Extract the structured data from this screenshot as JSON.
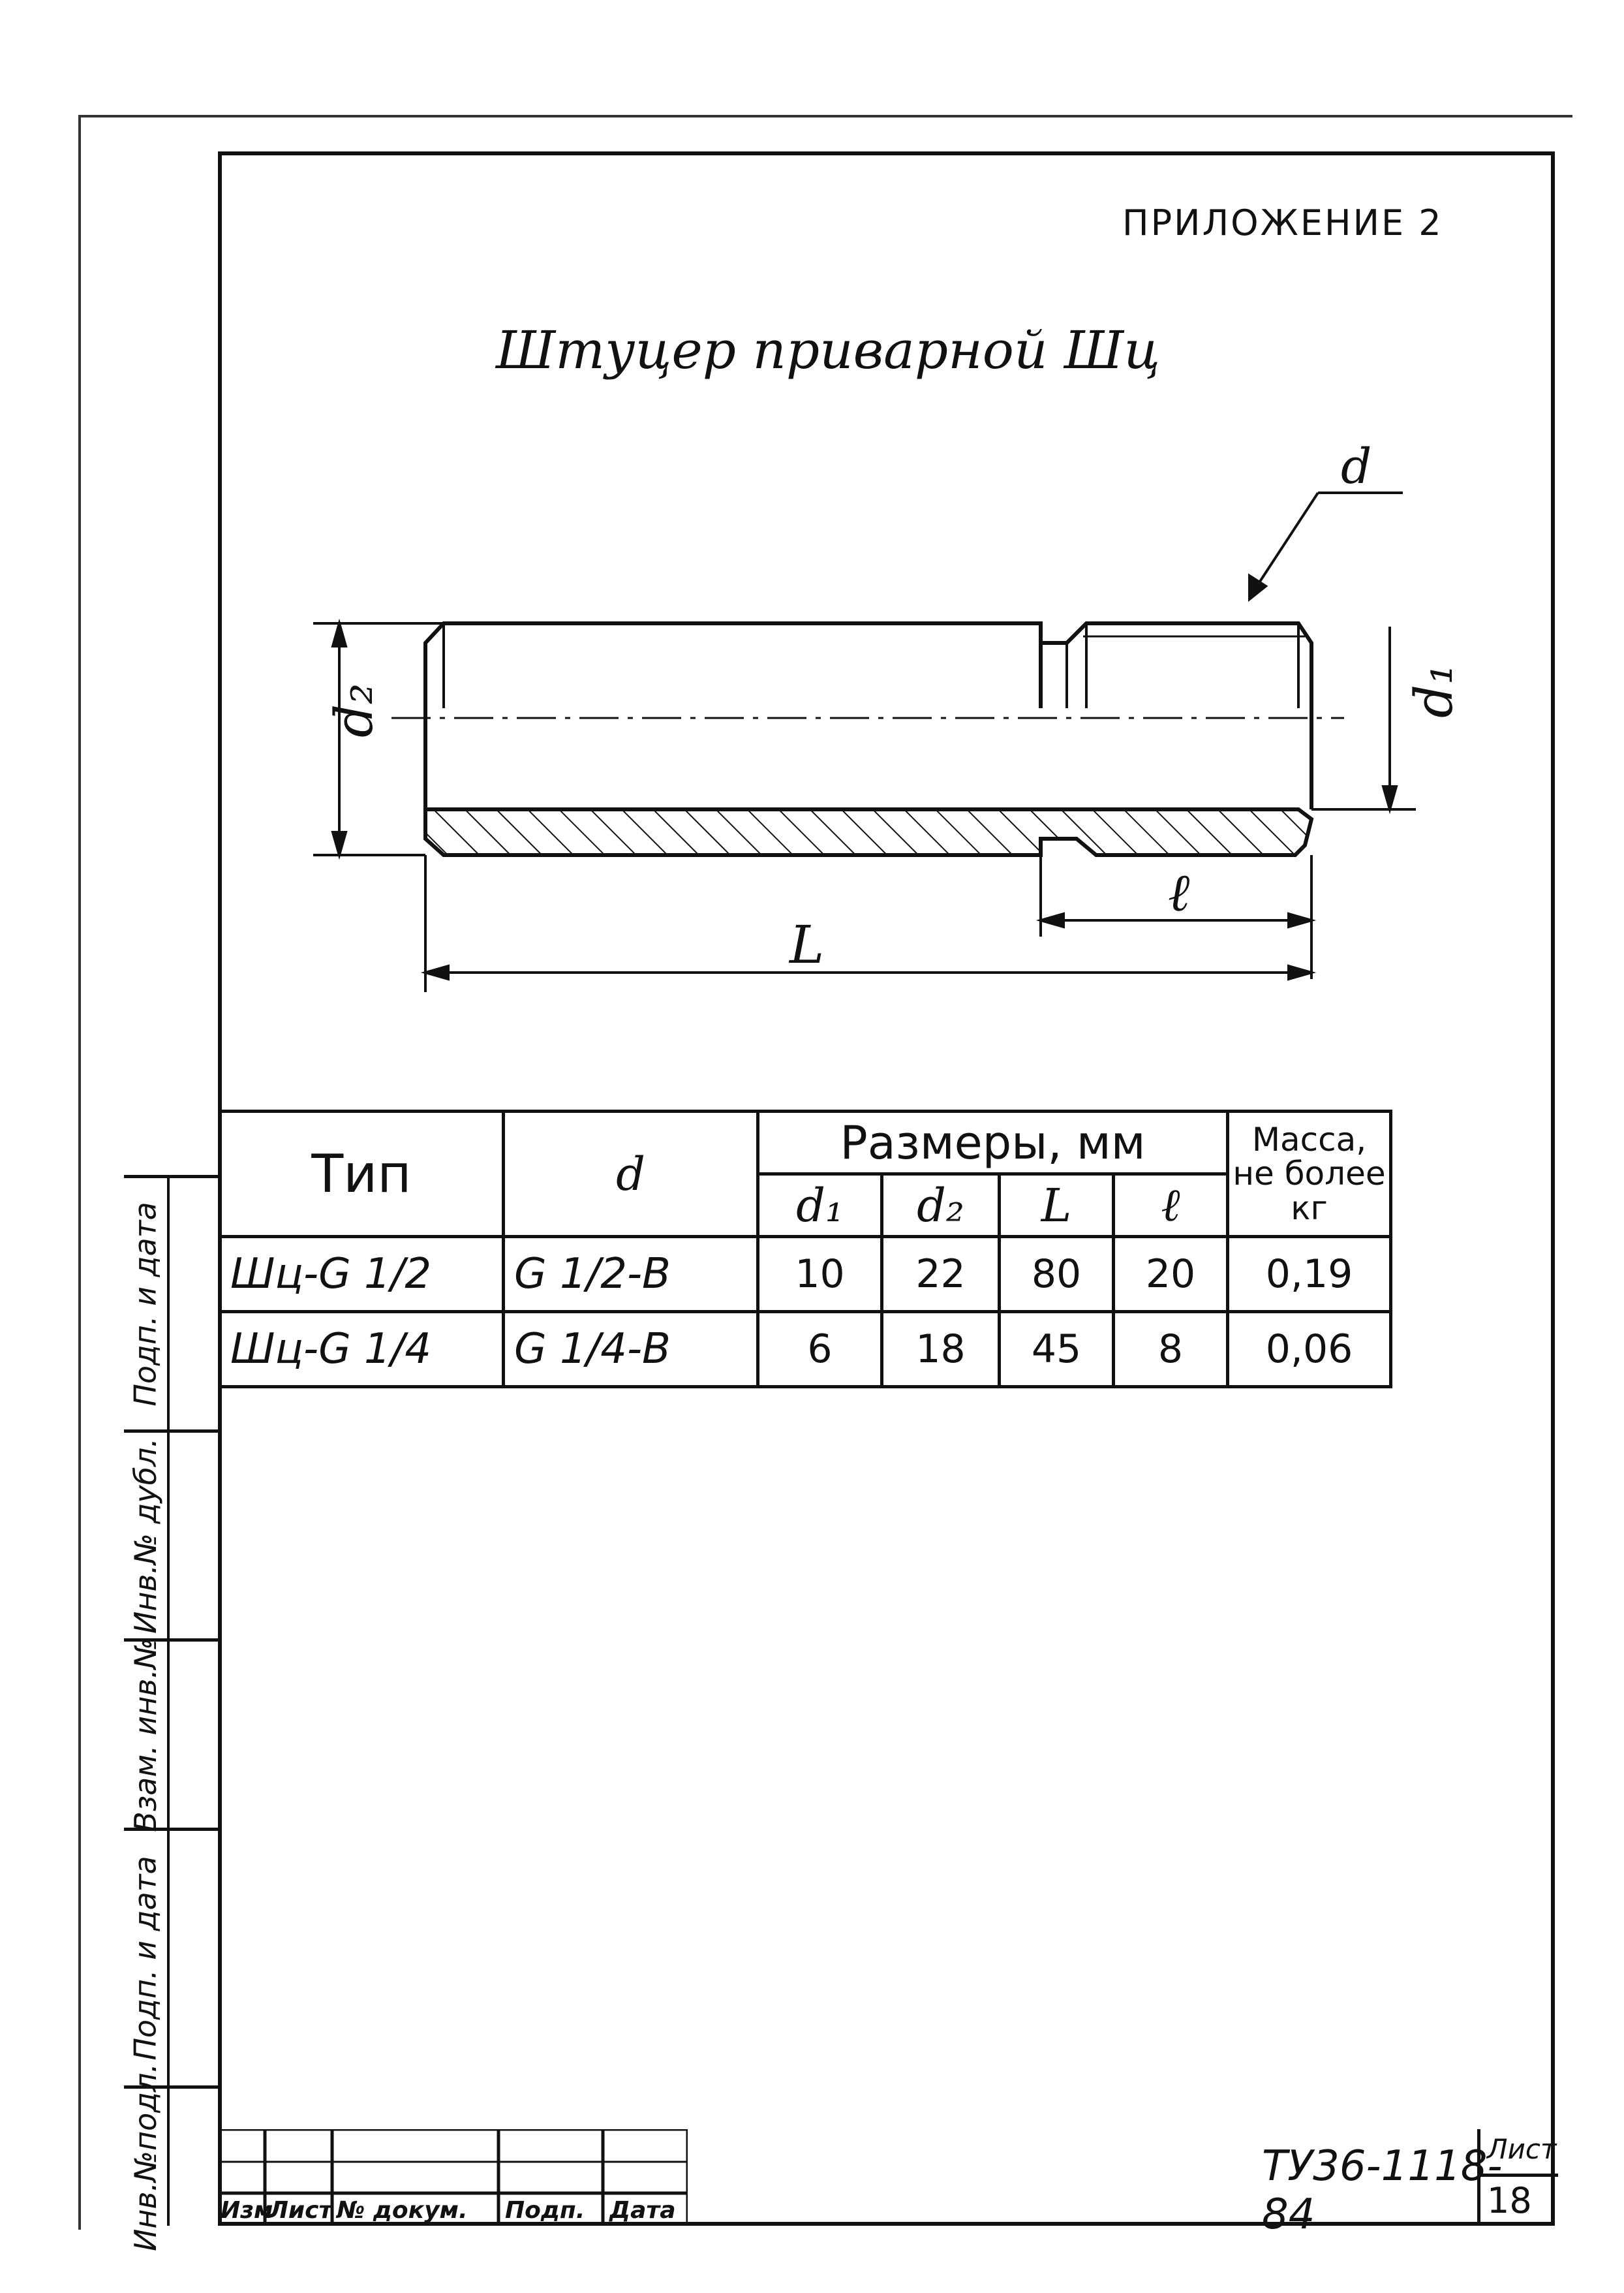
{
  "header": {
    "appendix": "ПРИЛОЖЕНИЕ 2"
  },
  "title": "Штуцер приварной Шц",
  "drawing_labels": {
    "d": "d",
    "d2": "d₂",
    "d1": "d₁",
    "l": "ℓ",
    "L": "L"
  },
  "table": {
    "col_type": "Тип",
    "col_d": "d",
    "col_dims": "Размеры, мм",
    "col_mass": "Масса, не более кг",
    "sub_d1": "d₁",
    "sub_d2": "d₂",
    "sub_L": "L",
    "sub_l": "ℓ",
    "rows": [
      {
        "type": "Шц-G 1/2",
        "d": "G 1/2-B",
        "d1": "10",
        "d2": "22",
        "L": "80",
        "l": "20",
        "mass": "0,19"
      },
      {
        "type": "Шц-G 1/4",
        "d": "G 1/4-B",
        "d1": "6",
        "d2": "18",
        "L": "45",
        "l": "8",
        "mass": "0,06"
      }
    ]
  },
  "binding_labels": [
    "Подп. и дата",
    "Инв.№ дубл.",
    "Взам. инв.№",
    "Подп. и дата",
    "Инв.№подл."
  ],
  "stamp": {
    "cols": [
      "Изм",
      "Лист",
      "№ докум.",
      "Подп.",
      "Дата"
    ],
    "document_code": "ТУ36-1118-84",
    "sheet_label": "Лист",
    "sheet_number": "18"
  }
}
